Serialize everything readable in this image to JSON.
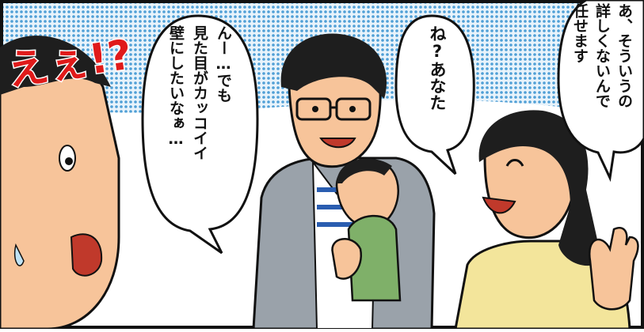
{
  "panel": {
    "sfx": "えぇ!?",
    "bubble_1_col_1": "んー…でも",
    "bubble_1_col_2": "見た目がカッコイイ",
    "bubble_1_col_3": "壁にしたいなぁ…",
    "bubble_2_col_1": "ね?あなた",
    "bubble_3_col_1": "あ、そういうの",
    "bubble_3_col_2": "詳しくないんで",
    "bubble_3_col_3": "任せます"
  },
  "colors": {
    "sky_tone": "#4f9fd6",
    "sfx_red": "#e01a1a",
    "jacket_gray": "#9aa2aa",
    "baby_green": "#7fb069",
    "shirt_yellow": "#f3e59b",
    "skin": "#f7c49a",
    "hair": "#1e1e1e"
  }
}
